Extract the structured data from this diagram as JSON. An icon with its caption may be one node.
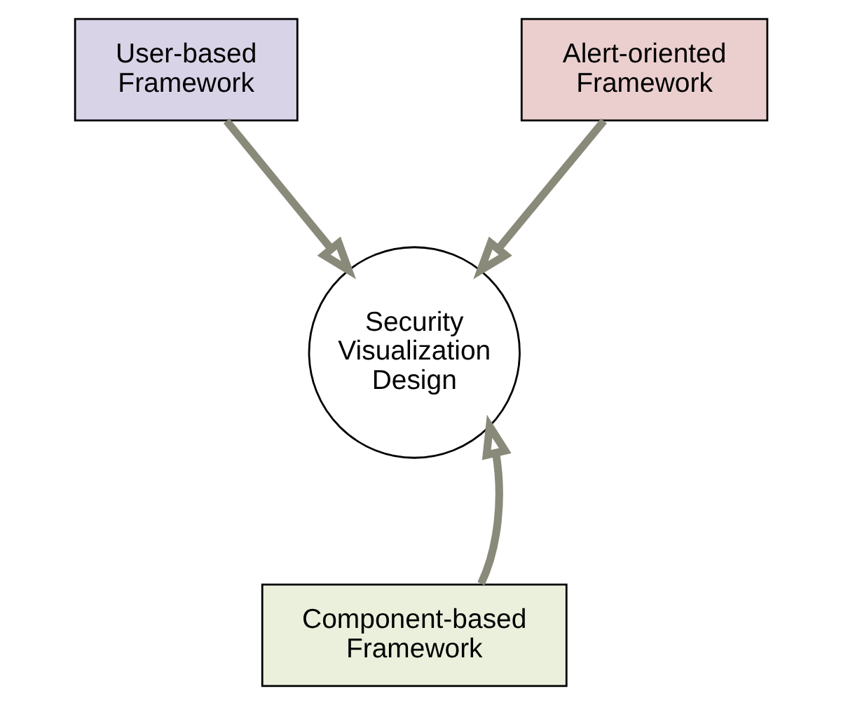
{
  "diagram": {
    "nodes": [
      {
        "text": [
          "User-based Framework"
        ]
      },
      {
        "text": [
          "Alert-oriented Framework"
        ]
      },
      {
        "text": [
          "Security Visualization Design"
        ]
      },
      {
        "text": [
          "Component-based Framework"
        ]
      }
    ],
    "edges": [
      {
        "from": 0,
        "to": 2,
        "arrow": "to"
      },
      {
        "from": 1,
        "to": 2,
        "arrow": "to"
      },
      {
        "from": 3,
        "to": 2,
        "arrow": "to"
      }
    ]
  }
}
